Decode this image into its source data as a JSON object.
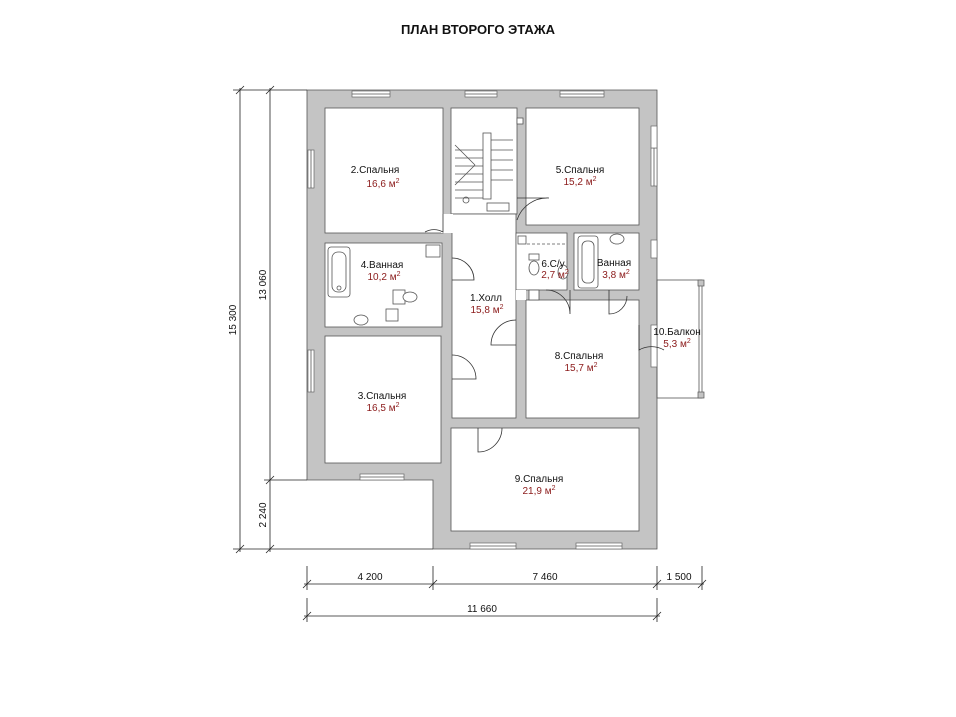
{
  "title": "ПЛАН ВТОРОГО ЭТАЖА",
  "area_unit": "м",
  "area_exponent": "2",
  "rooms": [
    {
      "name": "2.Спальня",
      "area": "16,6"
    },
    {
      "name": "5.Спальня",
      "area": "15,2"
    },
    {
      "name": "4.Ванная",
      "area": "10,2"
    },
    {
      "name": "6.С/у",
      "area": "2,7"
    },
    {
      "name": "Ванная",
      "area": "3,8"
    },
    {
      "name": "1.Холл",
      "area": "15,8"
    },
    {
      "name": "10.Балкон",
      "area": "5,3"
    },
    {
      "name": "8.Спальня",
      "area": "15,7"
    },
    {
      "name": "3.Спальня",
      "area": "16,5"
    },
    {
      "name": "9.Спальня",
      "area": "21,9"
    }
  ],
  "dimensions": {
    "left_total": "15 300",
    "left_main": "13 060",
    "left_lower": "2 240",
    "bottom_segments": [
      "4 200",
      "7 460",
      "1 500"
    ],
    "bottom_total": "11 660"
  },
  "colors": {
    "wall": "#c4c4c4",
    "area_text": "#8b1a1a"
  }
}
